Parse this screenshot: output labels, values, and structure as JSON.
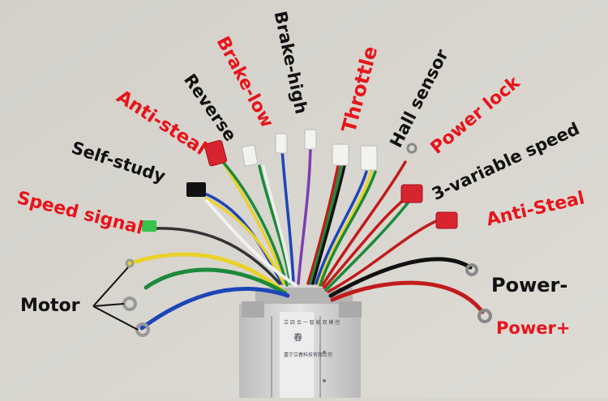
{
  "labels": {
    "anti_steal": "Anti-steal",
    "reverse": "Reverse",
    "brake_low": "Brake-low",
    "brake_high": "Brake-high",
    "throttle": "Throttle",
    "hall_sensor": "Hall sensor",
    "power_lock": "Power lock",
    "three_variable_speed": "3-variable speed",
    "self_study": "Self-study",
    "speed_signal": "Speed signal",
    "anti_steal_right": "Anti-Steal",
    "motor": "Motor",
    "power_minus": "Power-",
    "power_plus": "Power+"
  },
  "controller_label": {
    "line1": "立 四 合 一 智 能 双 模 控",
    "line2": "春",
    "line3": "嘉宁立春科技有限公司"
  },
  "colors": {
    "label_red": "#e8141a",
    "label_black": "#111111",
    "background": "#d9d6d0",
    "controller_body": "#c8c8c8"
  }
}
